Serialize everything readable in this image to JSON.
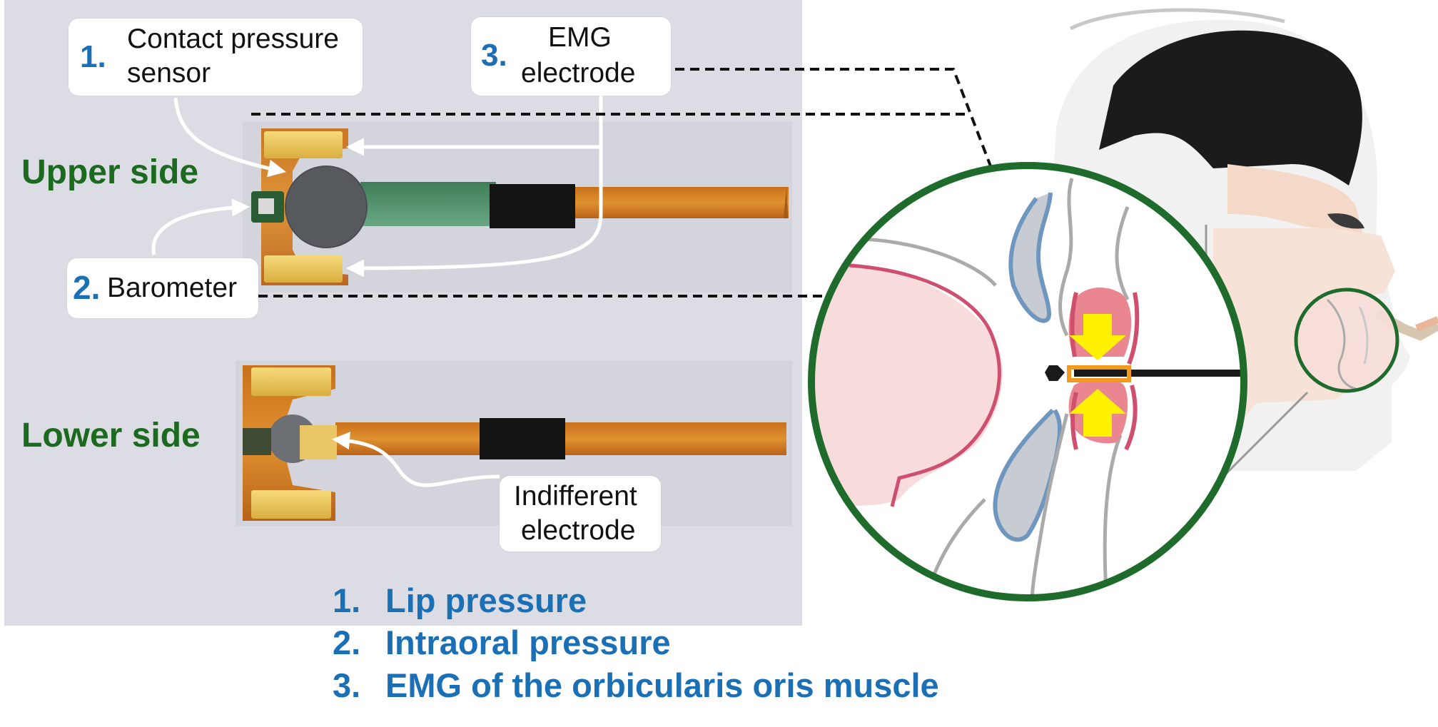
{
  "callouts": {
    "contact": {
      "number": "1.",
      "text_line1": "Contact pressure",
      "text_line2": "sensor"
    },
    "emg": {
      "number": "3.",
      "text_line1": "EMG",
      "text_line2": "electrode"
    },
    "barometer": {
      "number": "2.",
      "text": "Barometer"
    },
    "indifferent": {
      "text_line1": "Indifferent",
      "text_line2": "electrode"
    }
  },
  "sides": {
    "upper": "Upper side",
    "lower": "Lower side"
  },
  "legend": [
    {
      "number": "1.",
      "text": "Lip pressure"
    },
    {
      "number": "2.",
      "text": "Intraoral pressure"
    },
    {
      "number": "3.",
      "text": "EMG of the orbicularis oris muscle"
    }
  ],
  "colors": {
    "label_blue": "#1b6fb5",
    "label_green": "#1b6a1f",
    "panel_bg": "#dcdde4",
    "circle_green": "#1e6b2c",
    "lip_pink": "#e9868f",
    "arrow_yellow": "#fff200",
    "sensor_orange": "#f29a1f"
  }
}
